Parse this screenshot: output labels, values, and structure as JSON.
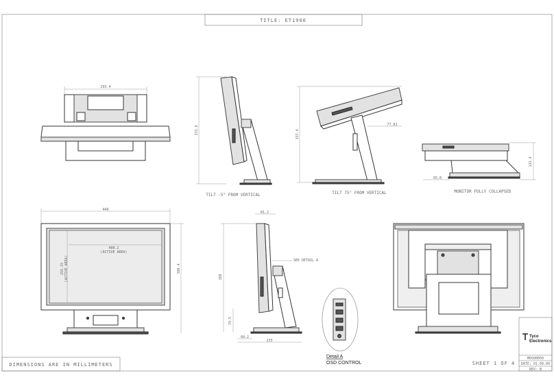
{
  "title_block": {
    "title": "TITLE: ET1900"
  },
  "footer": {
    "dimensions_note": "DIMENSIONS ARE IN MILLIMETERS",
    "sheet": "SHEET 1 OF 4",
    "company_line1": "Tyco",
    "company_line2": "Electronics",
    "part_number": "MOS00050",
    "date": "DATE: 01.09.09",
    "rev": "REV: B"
  },
  "views": {
    "top_view": {
      "dim_width": "293.4"
    },
    "tilt_minus5": {
      "caption": "TILT -5° FROM VERTICAL",
      "dim_height": "372.8"
    },
    "tilt_75": {
      "caption": "TILT 75° FROM VERTICAL",
      "dim_height": "337.4",
      "dim_offset": "77.81"
    },
    "collapsed": {
      "caption": "MONITOR FULLY COLLAPSED",
      "dim_height": "131.4",
      "dim_depth": "65.8"
    },
    "front": {
      "dim_width": "449",
      "dim_active_w": "408.2",
      "active_area": "(ACTIVE AREA)",
      "dim_active_h": "255.15",
      "active_area_v": "(ACTIVE AREA)",
      "dim_height": "380.4"
    },
    "side": {
      "dim_top": "81.2",
      "dim_height": "380",
      "dim_bottom_h": "79.5",
      "dim_foot": "60.2",
      "dim_base": "233",
      "see_detail": "SEE DETAIL  A"
    },
    "detail": {
      "label": "Detail A",
      "sublabel": "OSD CONTROL"
    }
  }
}
